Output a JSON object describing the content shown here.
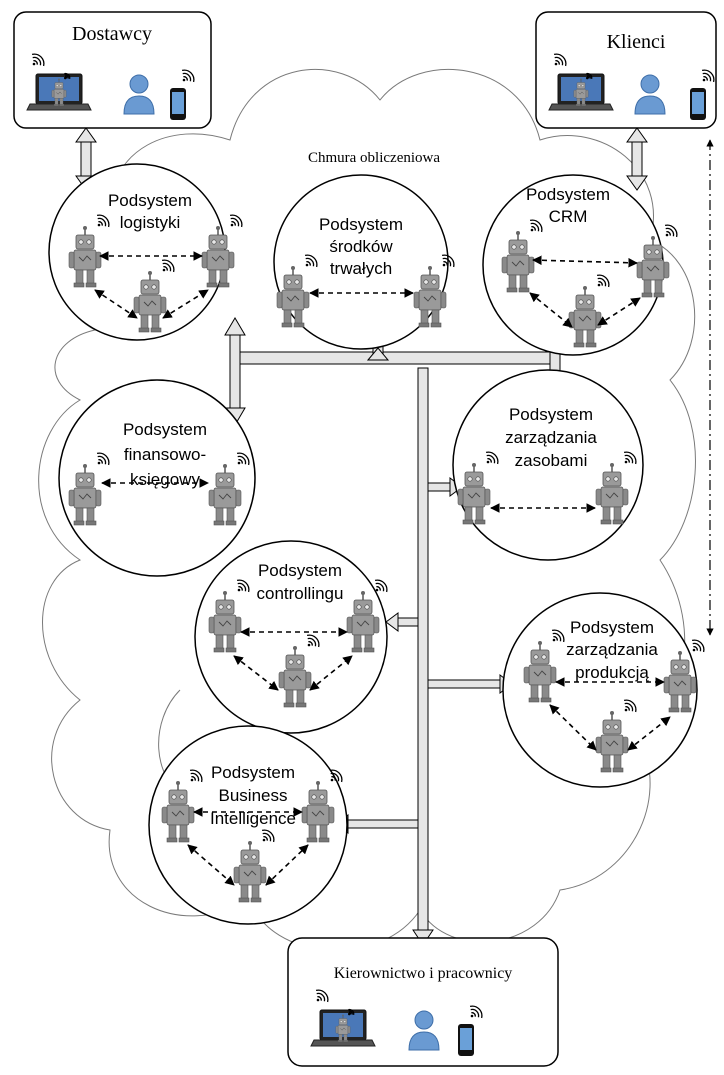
{
  "cloud_label": "Chmura obliczeniowa",
  "boxes": {
    "suppliers": {
      "title": "Dostawcy"
    },
    "clients": {
      "title": "Klienci"
    },
    "management": {
      "title": "Kierownictwo i pracownicy"
    }
  },
  "subsystems": {
    "logistics": {
      "line1": "Podsystem",
      "line2": "logistyki",
      "line3": ""
    },
    "fixed_assets": {
      "line1": "Podsystem",
      "line2": "środków",
      "line3": "trwałych"
    },
    "crm": {
      "line1": "Podsystem",
      "line2": "CRM",
      "line3": ""
    },
    "finance": {
      "line1": "Podsystem",
      "line2": "finansowo-",
      "line3": "księgowy"
    },
    "resources": {
      "line1": "Podsystem",
      "line2": "zarządzania",
      "line3": "zasobami"
    },
    "controlling": {
      "line1": "Podsystem",
      "line2": "controllingu",
      "line3": ""
    },
    "production": {
      "line1": "Podsystem",
      "line2": "zarządzania",
      "line3": "produkcją"
    },
    "bi": {
      "line1": "Podsystem",
      "line2": "Business",
      "line3": "Intelligence"
    }
  },
  "icons": {
    "agent": "robot-agent-icon",
    "laptop": "laptop-icon",
    "person": "person-icon",
    "phone": "smartphone-icon",
    "wireless": "wireless-signal-icon"
  },
  "colors": {
    "robot": "#9a9a9a",
    "person": "#6a9ad2",
    "bus_fill": "#e6e6e6"
  }
}
